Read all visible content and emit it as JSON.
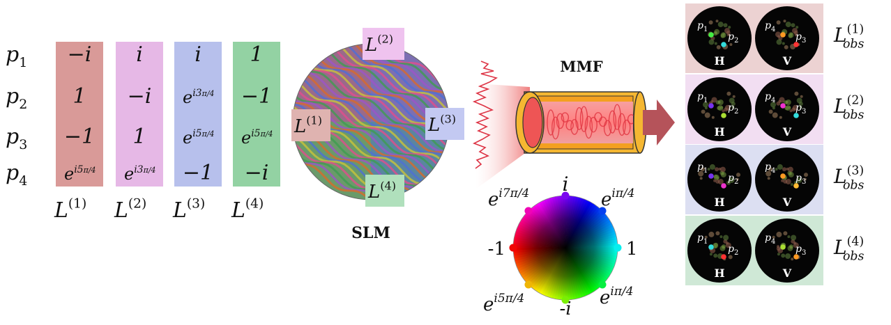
{
  "rows": [
    {
      "var": "p",
      "sub": "1"
    },
    {
      "var": "p",
      "sub": "2"
    },
    {
      "var": "p",
      "sub": "3"
    },
    {
      "var": "p",
      "sub": "4"
    }
  ],
  "columns": [
    {
      "label": "L",
      "sup": "(1)",
      "color": "#d99a98",
      "cells": [
        {
          "base": "−i"
        },
        {
          "base": "1"
        },
        {
          "base": "−1"
        },
        {
          "base": "e",
          "exp": "i5",
          "frac": "π/4"
        }
      ]
    },
    {
      "label": "L",
      "sup": "(2)",
      "color": "#e6b8e6",
      "cells": [
        {
          "base": "i"
        },
        {
          "base": "−i"
        },
        {
          "base": "1"
        },
        {
          "base": "e",
          "exp": "i3",
          "frac": "π/4"
        }
      ]
    },
    {
      "label": "L",
      "sup": "(3)",
      "color": "#b7c0ec",
      "cells": [
        {
          "base": "i"
        },
        {
          "base": "e",
          "exp": "i3",
          "frac": "π/4"
        },
        {
          "base": "e",
          "exp": "i5",
          "frac": "π/4"
        },
        {
          "base": "−1"
        }
      ]
    },
    {
      "label": "L",
      "sup": "(4)",
      "color": "#93d2a3",
      "cells": [
        {
          "base": "1"
        },
        {
          "base": "−1"
        },
        {
          "base": "e",
          "exp": "i5",
          "frac": "π/4"
        },
        {
          "base": "−i"
        }
      ]
    }
  ],
  "slm": {
    "label": "SLM",
    "tags": [
      {
        "label": "L",
        "sup": "(1)",
        "color": "#dfb3b0"
      },
      {
        "label": "L",
        "sup": "(2)",
        "color": "#efc3ef"
      },
      {
        "label": "L",
        "sup": "(3)",
        "color": "#c3c9f2"
      },
      {
        "label": "L",
        "sup": "(4)",
        "color": "#b0e0bc"
      }
    ]
  },
  "mmf": {
    "label": "MMF"
  },
  "color_wheel": {
    "labels": {
      "top": "i",
      "top_left": "e^{i7π/4}",
      "top_right": "e^{iπ/4}",
      "left": "-1",
      "right": "1",
      "bottom_left": "e^{i5π/4}",
      "bottom_right": "e^{iπ/4}",
      "bottom": "-i"
    },
    "top_left": {
      "base": "e",
      "exp": "i7π/4"
    },
    "top_right": {
      "base": "e",
      "exp": "iπ/4"
    },
    "bottom_left": {
      "base": "e",
      "exp": "i5π/4"
    },
    "bottom_right": {
      "base": "e",
      "exp": "iπ/4"
    }
  },
  "observations": [
    {
      "label": "L",
      "sup": "(1)",
      "sub": "obs",
      "color": "#ecd2d2",
      "h": {
        "label": "H",
        "points": [
          "p1",
          "p2"
        ],
        "dots": [
          "#44ee44",
          "#33dddd"
        ]
      },
      "v": {
        "label": "V",
        "points": [
          "p4",
          "p3"
        ],
        "dots": [
          "#ff9922",
          "#ff3333"
        ]
      }
    },
    {
      "label": "L",
      "sup": "(2)",
      "sub": "obs",
      "color": "#f2def2",
      "h": {
        "label": "H",
        "points": [
          "p1",
          "p2"
        ],
        "dots": [
          "#7733ee",
          "#aadd33"
        ]
      },
      "v": {
        "label": "V",
        "points": [
          "p4",
          "p3"
        ],
        "dots": [
          "#ee33cc",
          "#33dddd"
        ]
      }
    },
    {
      "label": "L",
      "sup": "(3)",
      "sub": "obs",
      "color": "#dcdff2",
      "h": {
        "label": "H",
        "points": [
          "p1",
          "p2"
        ],
        "dots": [
          "#7733ee",
          "#ee33cc"
        ]
      },
      "v": {
        "label": "V",
        "points": [
          "p4",
          "p3"
        ],
        "dots": [
          "#ff9922",
          "#ffbb33"
        ]
      }
    },
    {
      "label": "L",
      "sup": "(4)",
      "sub": "obs",
      "color": "#cfe8d6",
      "h": {
        "label": "H",
        "points": [
          "p1",
          "p2"
        ],
        "dots": [
          "#33dddd",
          "#ff3333"
        ]
      },
      "v": {
        "label": "V",
        "points": [
          "p4",
          "p3"
        ],
        "dots": [
          "#aadd33",
          "#ff9922"
        ]
      }
    }
  ]
}
